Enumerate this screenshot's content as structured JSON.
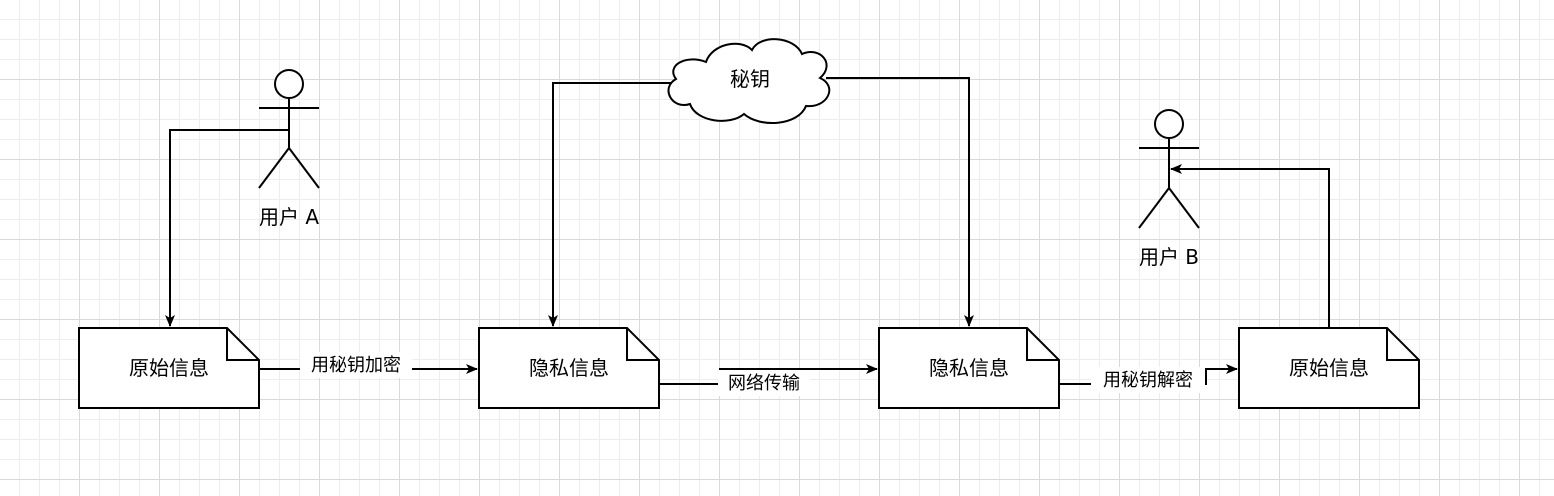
{
  "actors": {
    "user_a": "用户 A",
    "user_b": "用户 B"
  },
  "cloud": {
    "key": "秘钥"
  },
  "documents": {
    "original_left": "原始信息",
    "private_left": "隐私信息",
    "private_right": "隐私信息",
    "original_right": "原始信息"
  },
  "edges": {
    "encrypt": "用秘钥加密",
    "transmit": "网络传输",
    "decrypt": "用秘钥解密"
  }
}
